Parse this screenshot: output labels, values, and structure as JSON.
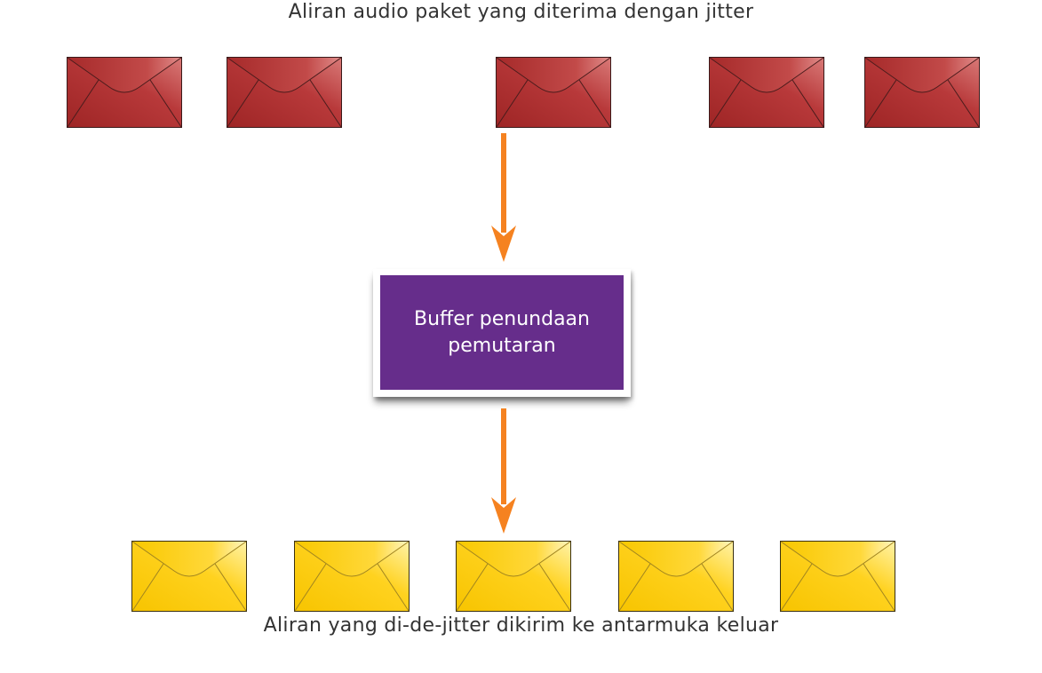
{
  "diagram": {
    "top_caption": "Aliran audio paket yang diterima dengan jitter",
    "buffer_label": "Buffer penundaan pemutaran",
    "bottom_caption": "Aliran yang di-de-jitter dikirim ke antarmuka keluar"
  },
  "colors": {
    "received_packet": "#b2302f",
    "dejittered_packet": "#ffd21f",
    "buffer_fill": "#662d8b",
    "arrow": "#f58220"
  },
  "icons": {
    "received_packet": "envelope-icon",
    "dejittered_packet": "envelope-icon",
    "flow_arrow": "arrow-down-icon"
  }
}
